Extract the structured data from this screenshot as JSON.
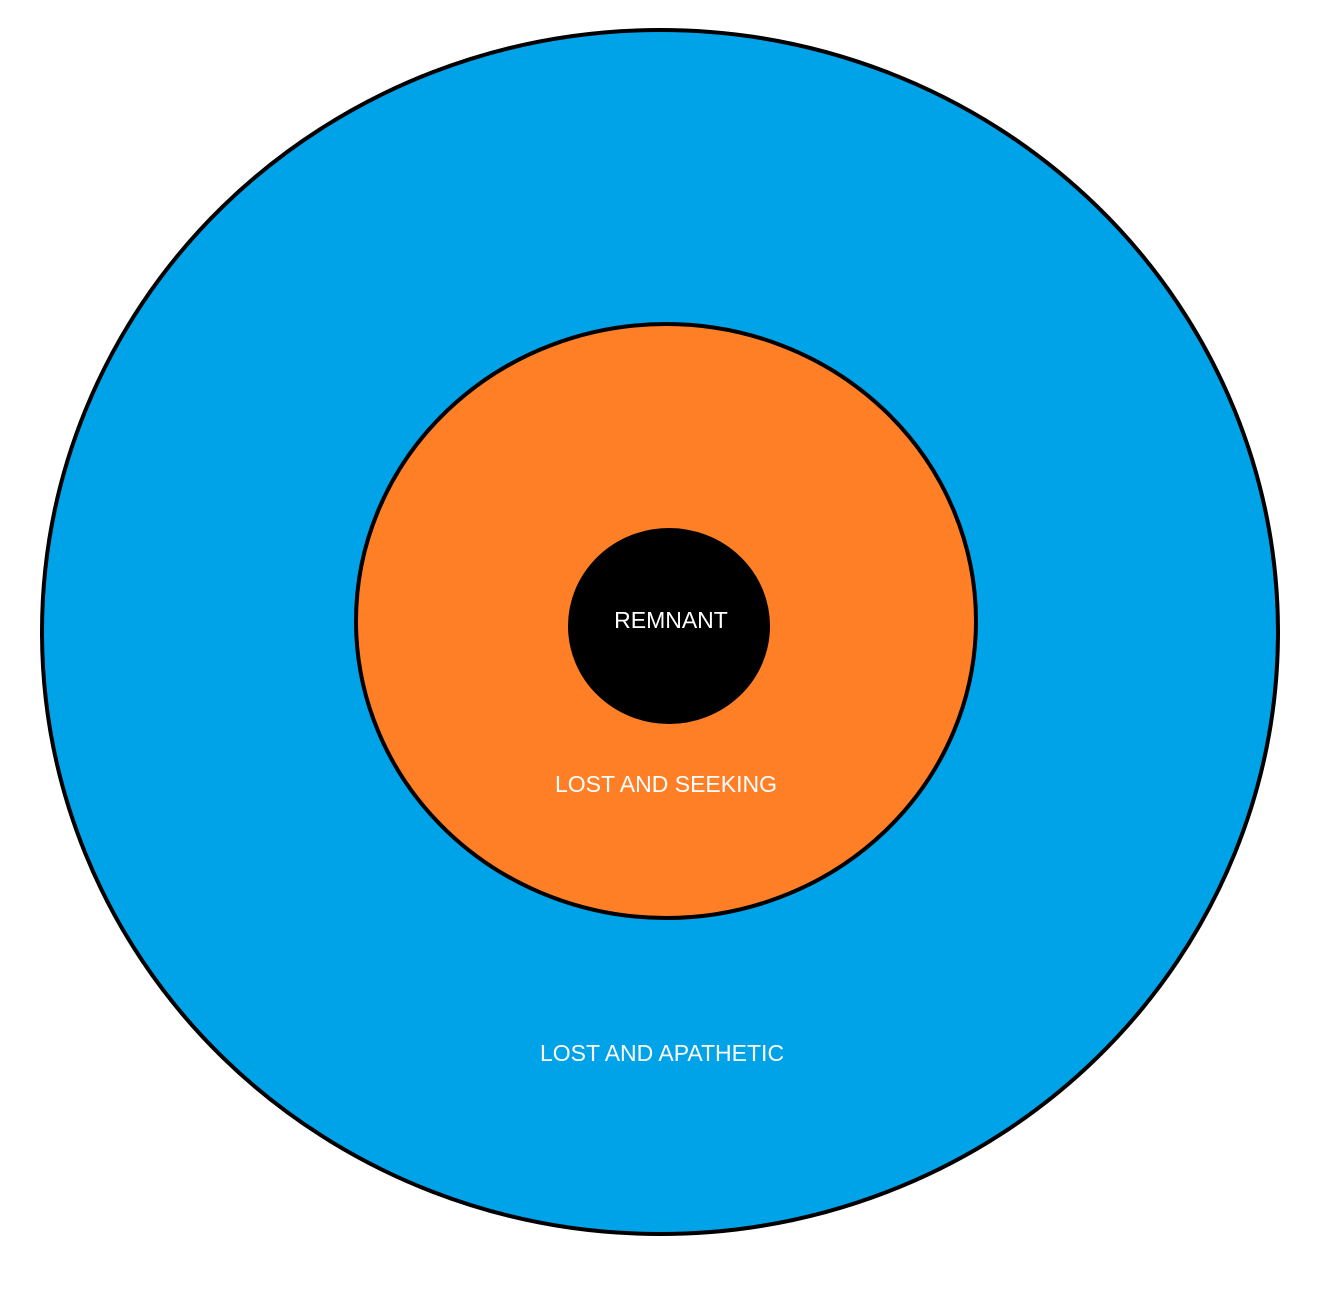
{
  "diagram": {
    "type": "concentric-circles",
    "rings": [
      {
        "label": "LOST AND APATHETIC",
        "color": "#00A2E8"
      },
      {
        "label": "LOST AND SEEKING",
        "color": "#FF7F27"
      },
      {
        "label": "REMNANT",
        "color": "#000000"
      }
    ],
    "outline_color": "#000000",
    "text_color": "#FFFFFF"
  }
}
